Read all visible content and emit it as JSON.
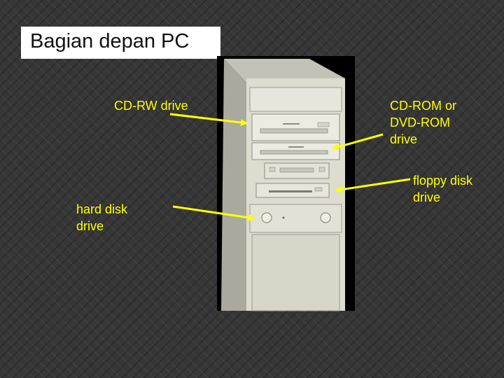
{
  "slide": {
    "title": "Bagian depan PC",
    "background_color": "#363636",
    "title_box_color": "#ffffff"
  },
  "labels": {
    "cdrw": "CD-RW drive",
    "hard_disk": "hard disk\ndrive",
    "cdrom": "CD-ROM or\nDVD-ROM\ndrive",
    "floppy": "floppy disk\ndrive"
  },
  "colors": {
    "label_text": "#ffff00",
    "arrow": "#ffff00",
    "case_body": "#dcdccf"
  }
}
